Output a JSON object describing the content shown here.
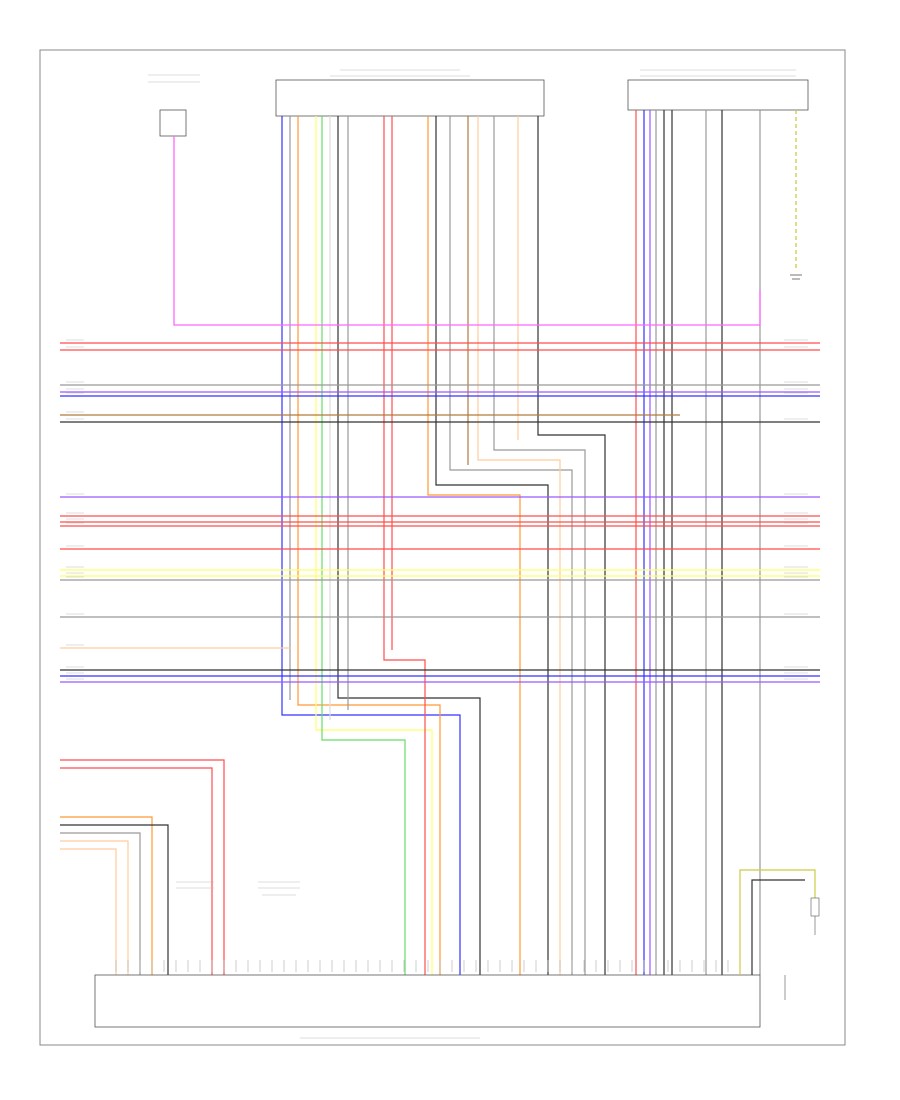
{
  "diagram": {
    "title": "",
    "footer_code": "",
    "components": [
      {
        "id": "instrument-cluster",
        "label": ""
      },
      {
        "id": "transmission-module",
        "label": ""
      },
      {
        "id": "electric-park-brake-module",
        "label": ""
      },
      {
        "id": "main-control-module",
        "label": ""
      },
      {
        "id": "left-connector-group",
        "label": ""
      },
      {
        "id": "right-connector-group",
        "label": ""
      },
      {
        "id": "ground-point",
        "label": ""
      },
      {
        "id": "fuse-box-right",
        "label": ""
      }
    ],
    "wire_colors": {
      "pink": "#ff66ff",
      "red": "#ff4d4d",
      "blue": "#3333ff",
      "violet": "#9b59ff",
      "orange": "#ff9933",
      "peach": "#ffcc99",
      "yellow": "#ffff66",
      "green": "#66dd66",
      "grey": "#999999",
      "brown": "#b07a3c",
      "black": "#333333",
      "white": "#dddddd"
    }
  }
}
